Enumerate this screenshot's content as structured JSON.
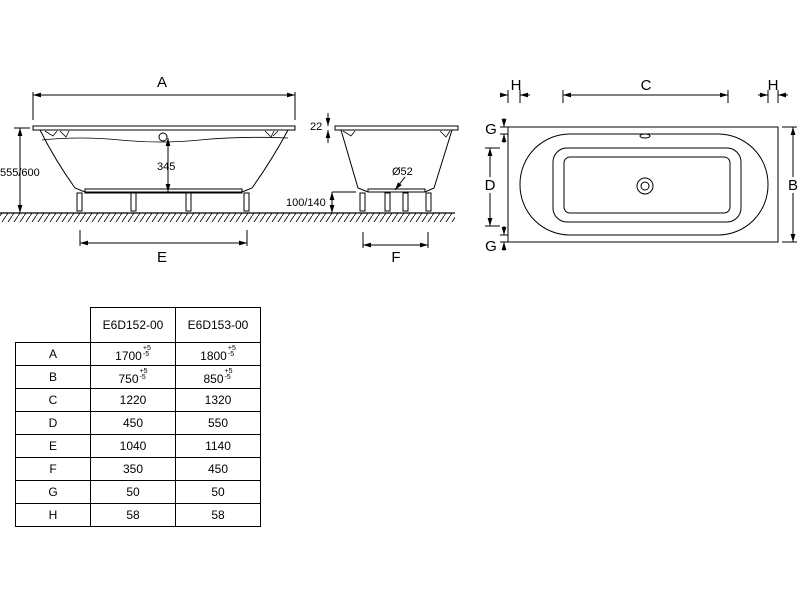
{
  "drawing": {
    "side_view": {
      "dim_A": "A",
      "dim_E": "E",
      "height_total": "555/600",
      "depth": "345"
    },
    "end_view": {
      "rim": "22",
      "leg_height": "100/140",
      "pipe_diameter": "Ø52",
      "dim_F": "F"
    },
    "top_view": {
      "dim_C": "C",
      "dim_H_left": "H",
      "dim_H_right": "H",
      "dim_B": "B",
      "dim_D": "D",
      "dim_G_top": "G",
      "dim_G_bottom": "G"
    }
  },
  "table": {
    "columns": [
      "E6D152-00",
      "E6D153-00"
    ],
    "rows": [
      {
        "label": "A",
        "v1": "1700",
        "t1p": "+5",
        "t1m": "-5",
        "v2": "1800",
        "t2p": "+5",
        "t2m": "-5"
      },
      {
        "label": "B",
        "v1": "750",
        "t1p": "+5",
        "t1m": "-5",
        "v2": "850",
        "t2p": "+5",
        "t2m": "-5"
      },
      {
        "label": "C",
        "v1": "1220",
        "v2": "1320"
      },
      {
        "label": "D",
        "v1": "450",
        "v2": "550"
      },
      {
        "label": "E",
        "v1": "1040",
        "v2": "1140"
      },
      {
        "label": "F",
        "v1": "350",
        "v2": "450"
      },
      {
        "label": "G",
        "v1": "50",
        "v2": "50"
      },
      {
        "label": "H",
        "v1": "58",
        "v2": "58"
      }
    ]
  }
}
